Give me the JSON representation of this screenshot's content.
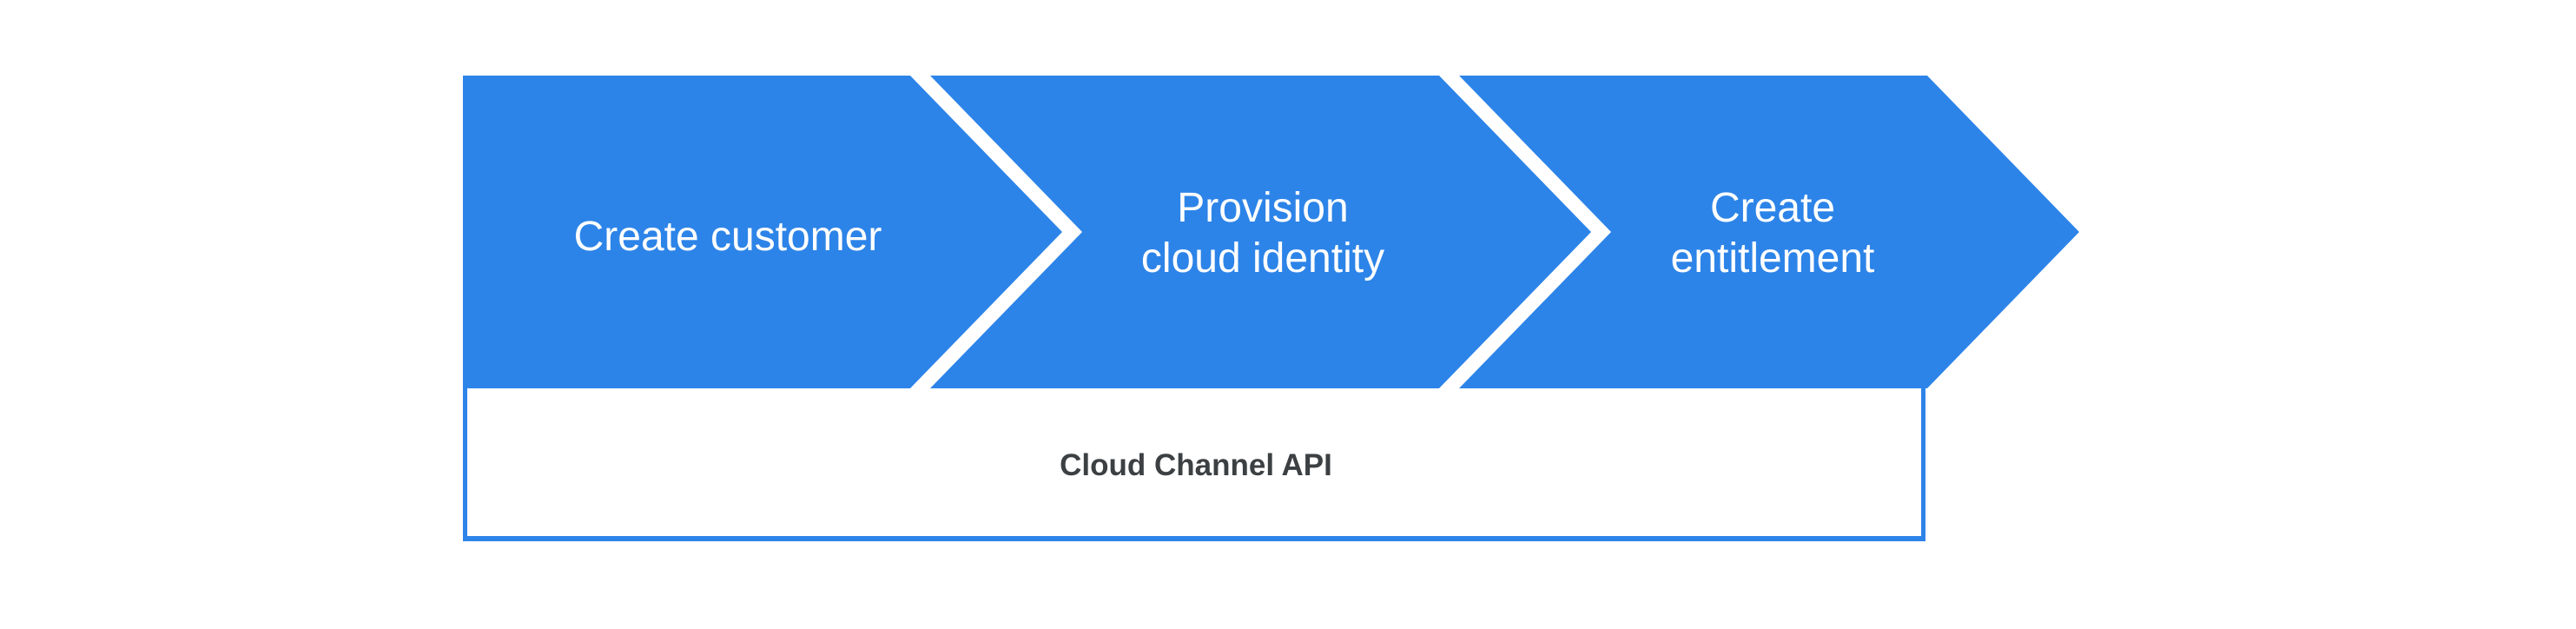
{
  "colors": {
    "chevron_blue": "#2d84e8",
    "box_fill": "#ffffff",
    "box_border": "#2d84e8",
    "step_text": "#ffffff",
    "api_text": "#3c4043",
    "background": "#ffffff"
  },
  "steps": [
    {
      "id": "create-customer",
      "lines": [
        "Create customer"
      ]
    },
    {
      "id": "provision-cloud-identity",
      "lines": [
        "Provision",
        "cloud identity"
      ]
    },
    {
      "id": "create-entitlement",
      "lines": [
        "Create",
        "entitlement"
      ]
    }
  ],
  "api_box": {
    "label": "Cloud Channel API"
  }
}
